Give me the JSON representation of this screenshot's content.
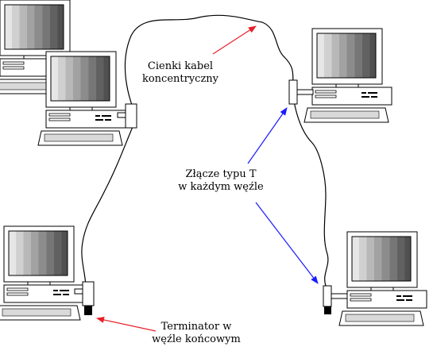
{
  "labels": {
    "cable_line1": "Cienki kabel",
    "cable_line2": "koncentryczny",
    "tconn_line1": "Złącze typu T",
    "tconn_line2": "w każdym węźle",
    "term_line1": "Terminator w",
    "term_line2": "węźle końcowym"
  },
  "colors": {
    "cable": "#000000",
    "arrow_red": "#e8202a",
    "arrow_blue": "#1a1aff",
    "terminator": "#000000"
  },
  "nodes": [
    {
      "name": "node-top-left",
      "terminated": false
    },
    {
      "name": "node-top-right",
      "terminated": false
    },
    {
      "name": "node-bottom-left",
      "terminated": true
    },
    {
      "name": "node-bottom-right",
      "terminated": true
    }
  ]
}
